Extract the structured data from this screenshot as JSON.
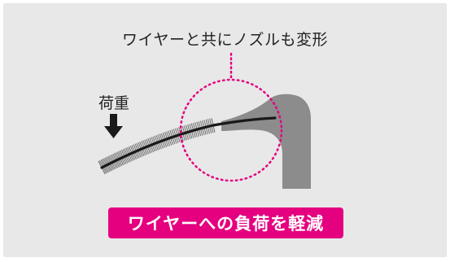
{
  "caption": "ワイヤーと共にノズルも変形",
  "load_label": "荷重",
  "banner_text": "ワイヤーへの負荷を軽減",
  "icons": [
    "down-arrow-icon",
    "brush-wire",
    "nozzle",
    "dotted-circle"
  ],
  "colors": {
    "background": "#e8e8e8",
    "accent": "#e4007f",
    "nozzle": "#8c8c8c",
    "wire": "#1a1a1a"
  }
}
